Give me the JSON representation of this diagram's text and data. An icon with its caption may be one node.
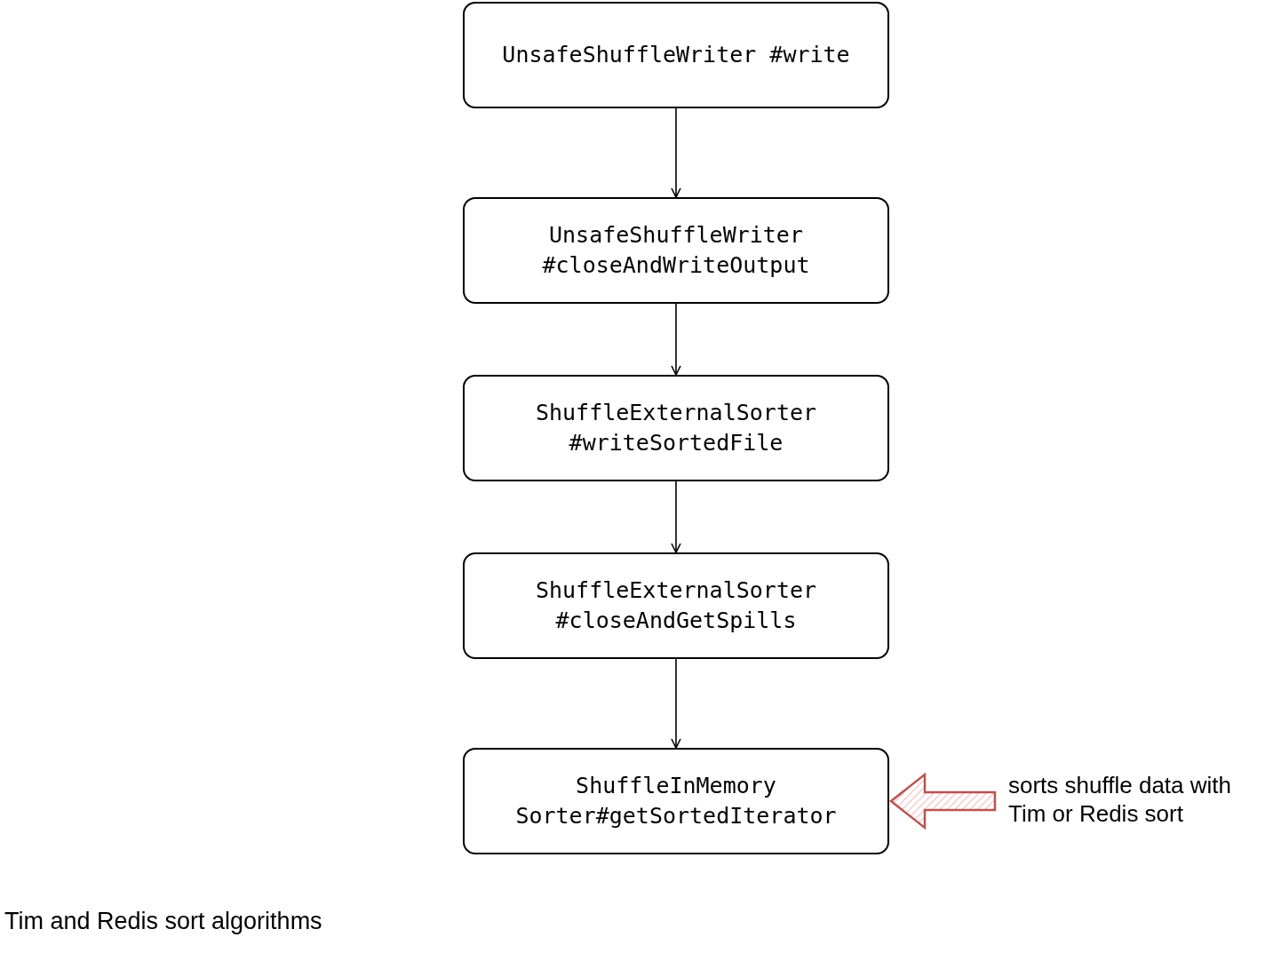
{
  "diagram": {
    "caption": "Tim and Redis sort algorithms",
    "nodes": [
      {
        "text": [
          "UnsafeShuffleWriter #write"
        ]
      },
      {
        "text": [
          "UnsafeShuffleWriter #closeAndWriteOutput"
        ]
      },
      {
        "text": [
          "ShuffleExternalSorter #writeSortedFile"
        ]
      },
      {
        "text": [
          "ShuffleExternalSorter #closeAndGetSpills"
        ]
      },
      {
        "text": [
          "ShuffleInMemory Sorter#getSortedIterator"
        ]
      },
      {
        "text": [
          "sorts shuffle data with Tim or Redis sort"
        ]
      }
    ],
    "edges": [
      {
        "from": 0,
        "to": 1,
        "arrow": "to"
      },
      {
        "from": 1,
        "to": 2,
        "arrow": "to"
      },
      {
        "from": 2,
        "to": 3,
        "arrow": "to"
      },
      {
        "from": 3,
        "to": 4,
        "arrow": "to"
      },
      {
        "from": 5,
        "to": 4,
        "arrow": "to",
        "style": "thick",
        "color": "#b85450"
      }
    ]
  }
}
